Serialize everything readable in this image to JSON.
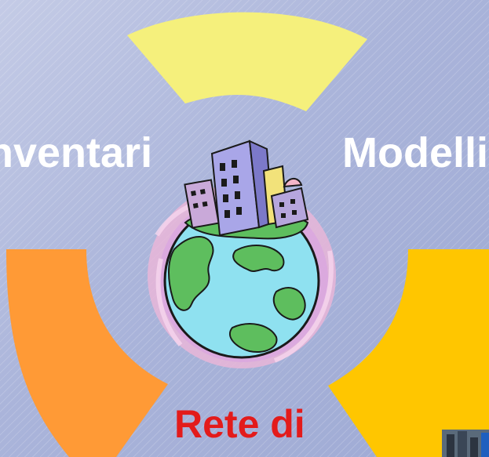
{
  "diagram": {
    "labels": {
      "left": "nventari",
      "right": "Modelli",
      "bottom": "Rete di"
    },
    "segment_colors": {
      "top": "#f5f07c",
      "left": "#ff9a36",
      "right": "#ffc600"
    },
    "bottom_label_color": "#e31b1b",
    "side_label_color": "#ffffff",
    "center_graphic": "globe-with-city-clipart"
  }
}
